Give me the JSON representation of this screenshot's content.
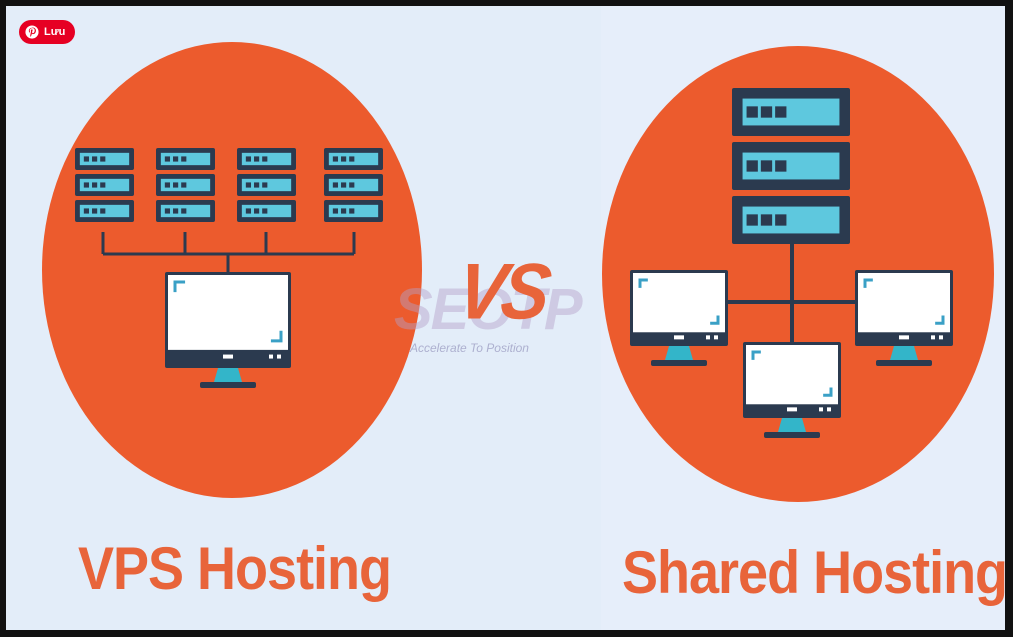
{
  "pin_button": {
    "label": "Lưu",
    "icon": "pinterest-icon",
    "color": "#e60023"
  },
  "left": {
    "title": "VPS Hosting"
  },
  "right": {
    "title": "Shared Hosting"
  },
  "center": {
    "versus": "VS"
  },
  "watermark": {
    "logo": "SEOTP",
    "tagline": "Accelerate To Position"
  },
  "colors": {
    "accent": "#e8643a",
    "server": "#2b3a4f",
    "server_slot": "#5ec8de",
    "monitor_stand": "#33b5c9",
    "background": "#e3edf9"
  },
  "icons": [
    "server-rack-icon",
    "monitor-icon"
  ]
}
